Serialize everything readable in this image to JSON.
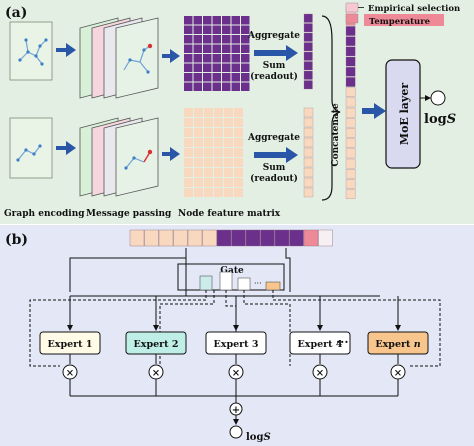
{
  "panel_a": {
    "label": "(a)",
    "aggregate_top": {
      "line1": "Aggregate",
      "line2": "Sum",
      "line3": "(readout)"
    },
    "aggregate_bottom": {
      "line1": "Aggregate",
      "line2": "Sum",
      "line3": "(readout)"
    },
    "concatenate": "Concatenate",
    "legend": {
      "empirical": "Empirical selection",
      "temperature": "Temperature"
    },
    "moe_layer": "MoE layer",
    "output": "log",
    "output_var": "S",
    "captions": {
      "graph_encoding": "Graph encoding",
      "message_passing": "Message passing",
      "node_feature_matrix": "Node feature matrix"
    }
  },
  "panel_b": {
    "label": "(b)",
    "gate": "Gate",
    "experts": [
      "Expert 1",
      "Expert 2",
      "Expert 3",
      "Expert 4",
      "Expert n"
    ],
    "ellipsis": "···",
    "multiply": "×",
    "plus": "+",
    "output": "log",
    "output_var": "S"
  },
  "colors": {
    "panel_a_bg": "#e3efe3",
    "panel_b_bg": "#e4e8f6",
    "purple": "#6b2f8c",
    "peach": "#f8d9c0",
    "pink": "#ee8a98",
    "light_pink": "#f8c8d0",
    "arrow_blue": "#2a56a8",
    "expert_teal": "#bfeee6",
    "expert_orange": "#f8c58c"
  }
}
